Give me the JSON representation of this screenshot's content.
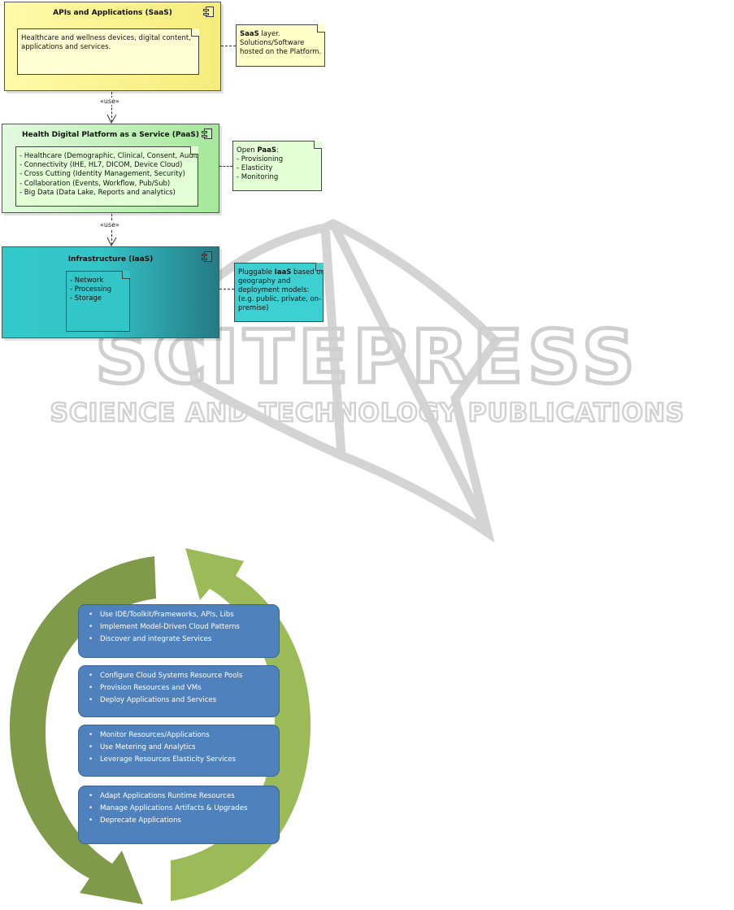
{
  "watermark": {
    "brand": "SCITEPRESS",
    "tagline": "SCIENCE AND TECHNOLOGY PUBLICATIONS"
  },
  "architecture": {
    "use_label": "«use»",
    "saas": {
      "title": "APIs and Applications (SaaS)",
      "inner_note": [
        "Healthcare and wellness devices, digital content,",
        "applications and services."
      ],
      "side_note": {
        "bold": "SaaS",
        "line1_rest": " layer.",
        "lines": [
          "Solutions/Software",
          "hosted on the Platform."
        ]
      },
      "fill": "#fdf79a",
      "note_fill": "#ffffc8"
    },
    "paas": {
      "title": "Health Digital Platform as a Service (PaaS)",
      "inner_note": [
        "- Healthcare (Demographic, Clinical, Consent, Audit)",
        "- Connectivity (IHE, HL7, DICOM, Device Cloud)",
        "- Cross Cutting (Identity Management, Security)",
        "- Collaboration (Events, Workflow, Pub/Sub)",
        "- Big Data (Data Lake, Reports and analytics)"
      ],
      "side_note": {
        "prefix": "Open ",
        "bold": "PaaS",
        "suffix": ":",
        "lines": [
          "- Provisioning",
          "- Elasticity",
          "- Monitoring"
        ]
      },
      "fill": "#b9f2b0",
      "note_fill": "#e2ffd6"
    },
    "iaas": {
      "title": "Infrastructure (IaaS)",
      "inner_note": [
        "- Network",
        "- Processing",
        "- Storage"
      ],
      "side_note": {
        "prefix": "Pluggable ",
        "bold": "IaaS",
        "suffix": " based on",
        "lines": [
          "geography and",
          "deployment models:",
          "(e.g. public, private, on-",
          "premise)"
        ]
      },
      "fill": "#33c6c9",
      "note_fill": "#3cd0d2"
    }
  },
  "lifecycle": {
    "colors": {
      "stage": "#4f81bd",
      "arrow_dark": "#7f9a48",
      "arrow_light": "#9bbb59"
    },
    "stages": [
      [
        "Use IDE/Toolkit/Frameworks, APIs, Libs",
        "Implement Model-Driven Cloud Patterns",
        "Discover and integrate Services"
      ],
      [
        "Configure Cloud Systems Resource Pools",
        "Provision Resources and VMs",
        "Deploy Applications and Services"
      ],
      [
        "Monitor Resources/Applications",
        "Use Metering and Analytics",
        "Leverage Resources Elasticity Services"
      ],
      [
        "Adapt Applications Runtime Resources",
        "Manage Applications Artifacts & Upgrades",
        "Deprecate Applications"
      ]
    ]
  }
}
